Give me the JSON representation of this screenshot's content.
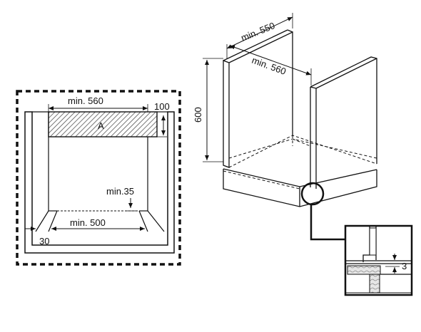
{
  "front_view": {
    "width_label": "min. 560",
    "top_label": "100",
    "panel_label": "A",
    "base_gap_label": "min.35",
    "bottom_width_label": "min. 500",
    "side_label": "30"
  },
  "cabinet_view": {
    "depth_label": "min. 550",
    "width_label": "min. 560",
    "height_label": "600"
  },
  "detail_view": {
    "gap_label": "3"
  },
  "colors": {
    "line": "#111111",
    "hatch": "#555555",
    "background": "#ffffff"
  }
}
